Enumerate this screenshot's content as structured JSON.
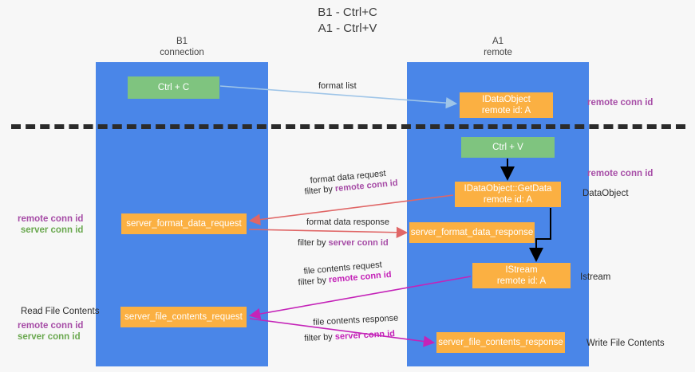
{
  "title": {
    "line1": "B1 - Ctrl+C",
    "line2": "A1 - Ctrl+V"
  },
  "lanes": [
    {
      "id": "b1",
      "name": "B1",
      "role": "connection"
    },
    {
      "id": "a1",
      "name": "A1",
      "role": "remote"
    }
  ],
  "nodes": {
    "ctrl_c": {
      "label": "Ctrl + C",
      "color": "#7fc47f"
    },
    "idataobject": {
      "line1": "IDataObject",
      "line2": "remote id: A",
      "color": "#fbb042"
    },
    "ctrl_v": {
      "label": "Ctrl + V",
      "color": "#7fc47f"
    },
    "getdata": {
      "line1": "IDataObject::GetData",
      "line2": "remote id: A",
      "color": "#fbb042"
    },
    "server_format_data_request": {
      "label": "server_format_data_request",
      "color": "#fbb042"
    },
    "server_format_data_response": {
      "label": "server_format_data_response",
      "color": "#fbb042"
    },
    "istream": {
      "line1": "IStream",
      "line2": "remote id: A",
      "color": "#fbb042"
    },
    "server_file_contents_request": {
      "label": "server_file_contents_request",
      "color": "#fbb042"
    },
    "server_file_contents_response": {
      "label": "server_file_contents_response",
      "color": "#fbb042"
    }
  },
  "edges": {
    "format_list": {
      "label": "format list"
    },
    "format_data_request": {
      "label": "format data request",
      "filter_prefix": "filter by ",
      "filter_key": "remote conn id"
    },
    "format_data_response": {
      "label": "format data response",
      "filter_prefix": "filter by ",
      "filter_key": "server conn id"
    },
    "file_contents_request": {
      "label": "file contents request",
      "filter_prefix": "filter by ",
      "filter_key": "remote conn id"
    },
    "file_contents_response": {
      "label": "file contents response",
      "filter_prefix": "filter by ",
      "filter_key": "server conn id"
    }
  },
  "annotations": {
    "remote_conn_id_top": "remote conn id",
    "remote_conn_id_mid": "remote conn id",
    "dataobject": "DataObject",
    "istream": "Istream",
    "write_file_contents": "Write File Contents",
    "read_file_contents": "Read File Contents",
    "left_remote_conn_id_1": "remote conn id",
    "left_server_conn_id_1": "server conn id",
    "left_remote_conn_id_2": "remote conn id",
    "left_server_conn_id_2": "server conn id"
  },
  "colors": {
    "lane": "#4a86e8",
    "green_node": "#7fc47f",
    "orange_node": "#fbb042",
    "purple": "#a64ca6",
    "green_text": "#6aa84f",
    "magenta": "#c423b8",
    "arrow_blue": "#9fc5e8",
    "arrow_red": "#e06666",
    "arrow_black": "#000000",
    "background": "#f7f7f7",
    "divider": "#2b2b2b"
  }
}
